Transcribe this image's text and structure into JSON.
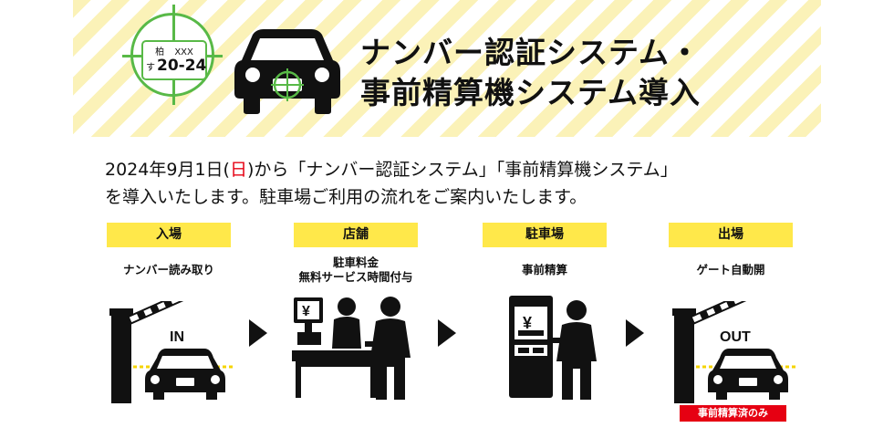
{
  "banner": {
    "plate": {
      "region": "柏",
      "class_code": "XXX",
      "kana": "す",
      "number": "20-24"
    },
    "title_line1": "ナンバー認証システム・",
    "title_line2": "事前精算機システム導入"
  },
  "intro": {
    "line1_a": "2024年9月1日(",
    "line1_day": "日",
    "line1_b": ")から「ナンバー認証システム」「事前精算機システム」",
    "line2": "を導入いたします。駐車場ご利用の流れをご案内いたします。"
  },
  "steps": [
    {
      "label": "入場",
      "desc_line1": "ナンバー読み取り",
      "desc_line2": "",
      "sign": "IN"
    },
    {
      "label": "店舗",
      "desc_line1": "駐車料金",
      "desc_line2": "無料サービス時間付与",
      "sign": "¥"
    },
    {
      "label": "駐車場",
      "desc_line1": "事前精算",
      "desc_line2": "",
      "sign": "¥"
    },
    {
      "label": "出場",
      "desc_line1": "ゲート自動開",
      "desc_line2": "",
      "sign": "OUT"
    }
  ],
  "prepaid_badge": "事前精算済のみ",
  "colors": {
    "stripe": "#fbf2b8",
    "accent_green": "#58b947",
    "label_yellow": "#ffe84a",
    "badge_red": "#e60012"
  }
}
